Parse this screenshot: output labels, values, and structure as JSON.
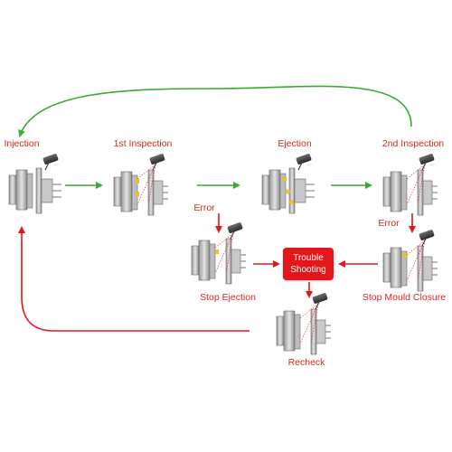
{
  "stages": {
    "injection": "Injection",
    "first_inspection": "1st Inspection",
    "ejection": "Ejection",
    "second_inspection": "2nd Inspection",
    "stop_ejection": "Stop Ejection",
    "stop_mould_closure": "Stop Mould Closure",
    "recheck": "Recheck"
  },
  "errors": {
    "left": "Error",
    "right": "Error"
  },
  "trouble_box": {
    "line1": "Trouble",
    "line2": "Shooting"
  },
  "colors": {
    "green": "#3aa935",
    "red": "#e3171b",
    "label": "#d9261c"
  }
}
